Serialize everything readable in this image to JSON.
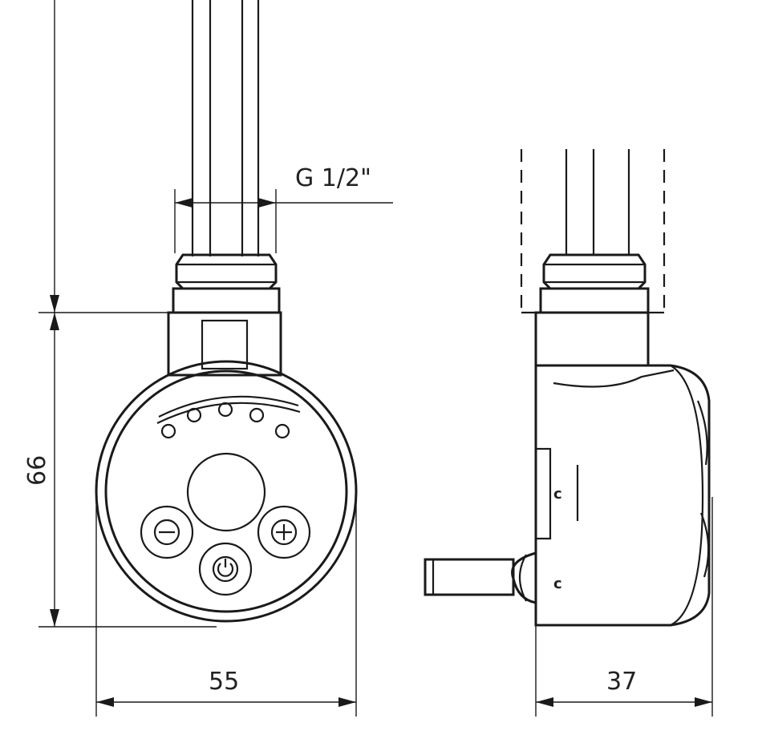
{
  "labels": {
    "thread": "G 1/2\"",
    "height": "66",
    "front_width": "55",
    "side_width": "37",
    "side_mark_a": "c",
    "side_mark_b": "c"
  },
  "icons": {
    "minus_button": "minus-icon",
    "plus_button": "plus-icon",
    "power_button": "power-icon"
  }
}
